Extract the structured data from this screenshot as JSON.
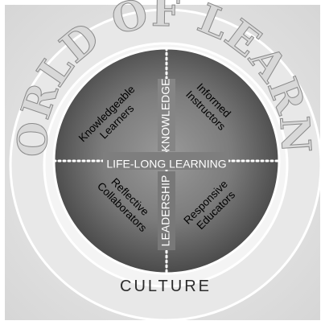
{
  "emblem": {
    "arc_title": "A WORLD OF LEARNERS",
    "bottom_label": "CULTURE",
    "horizontal_axis_label": "LIFE-LONG LEARNING",
    "vertical_axis_upper": "KNOWLEDGE",
    "vertical_axis_lower": "LEADERSHIP",
    "quadrants": {
      "top_left": [
        "Knowledgeable",
        "Learners"
      ],
      "top_right": [
        "Informed",
        "Instructors"
      ],
      "bottom_left": [
        "Reflective",
        "Collaborators"
      ],
      "bottom_right": [
        "Responsive",
        "Educators"
      ]
    }
  }
}
